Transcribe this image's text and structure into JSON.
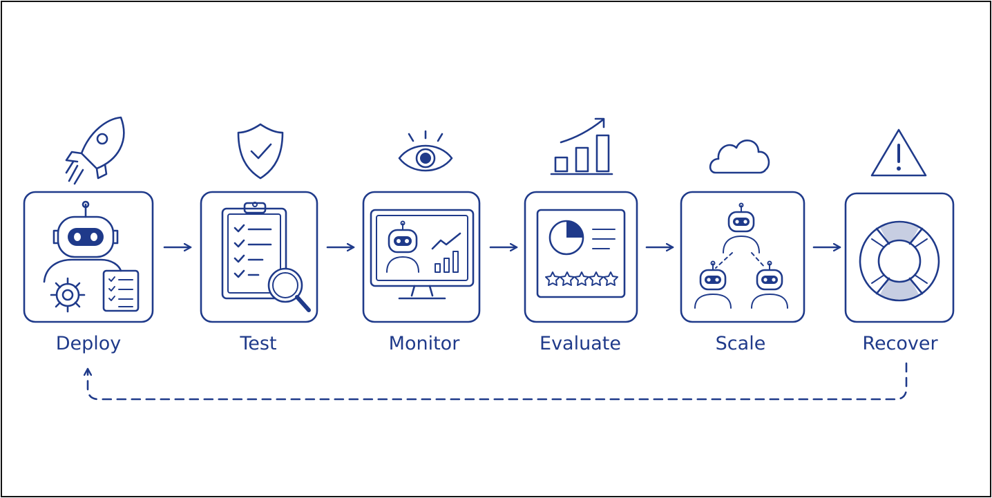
{
  "colors": {
    "ink": "#1f3a8a",
    "background": "#ffffff"
  },
  "stages": [
    {
      "label": "Deploy",
      "top_icon": "rocket-icon",
      "card_icon": "robot-with-gear-and-checklist-icon"
    },
    {
      "label": "Test",
      "top_icon": "shield-check-icon",
      "card_icon": "clipboard-magnifier-icon"
    },
    {
      "label": "Monitor",
      "top_icon": "eye-icon",
      "card_icon": "monitor-robot-chart-icon"
    },
    {
      "label": "Evaluate",
      "top_icon": "growth-bar-chart-icon",
      "card_icon": "pie-chart-star-rating-icon"
    },
    {
      "label": "Scale",
      "top_icon": "cloud-icon",
      "card_icon": "robot-network-icon"
    },
    {
      "label": "Recover",
      "top_icon": "warning-triangle-icon",
      "card_icon": "lifebuoy-icon"
    }
  ]
}
